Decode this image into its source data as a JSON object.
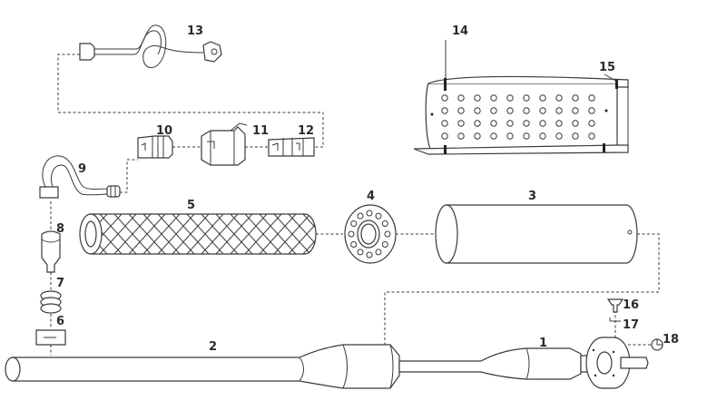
{
  "labels": {
    "p1": "1",
    "p2": "2",
    "p3": "3",
    "p4": "4",
    "p5": "5",
    "p6": "6",
    "p7": "7",
    "p8": "8",
    "p9": "9",
    "p10": "10",
    "p11": "11",
    "p12": "12",
    "p13": "13",
    "p14": "14",
    "p15": "15",
    "p16": "16",
    "p17": "17",
    "p18": "18"
  },
  "colors": {
    "line": "#3a3a3a",
    "text": "#2b2b2b",
    "background": "#ffffff"
  }
}
